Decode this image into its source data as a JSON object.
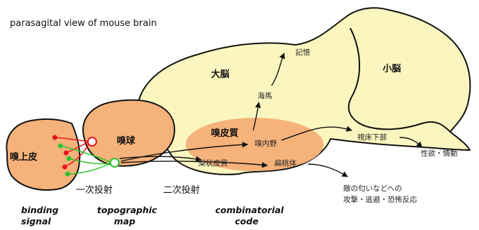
{
  "title": "parasagital view of mouse brain",
  "regions": {
    "olfactory_epithelium": "嗅上皮",
    "olfactory_bulb": "嗅球",
    "olfactory_cortex": "嗅皮質",
    "cerebrum": "大脳",
    "cerebellum": "小脳"
  },
  "projections": {
    "primary": "一次投射",
    "secondary": "二次投射"
  },
  "targets": {
    "memory": "記憶",
    "hippocampus": "海馬",
    "entorhinal": "嗅内野",
    "piriform": "梨状皮質",
    "amygdala": "扁桃体",
    "hypothalamus": "視床下部",
    "sex_emotion": "性欲・情動",
    "enemy_smell_line1": "敵の匂いなどへの",
    "enemy_smell_line2": "攻撃・逃避・恐怖反応"
  },
  "codes": {
    "binding_l1": "binding",
    "binding_l2": "signal",
    "topo_l1": "topographic",
    "topo_l2": "map",
    "comb_l1": "combinatorial",
    "comb_l2": "code"
  },
  "colors": {
    "brain_fill": "#FBF6BF",
    "region_fill": "#F5B27A",
    "neuron_red": "#E8141C",
    "neuron_green": "#2DC22E"
  }
}
